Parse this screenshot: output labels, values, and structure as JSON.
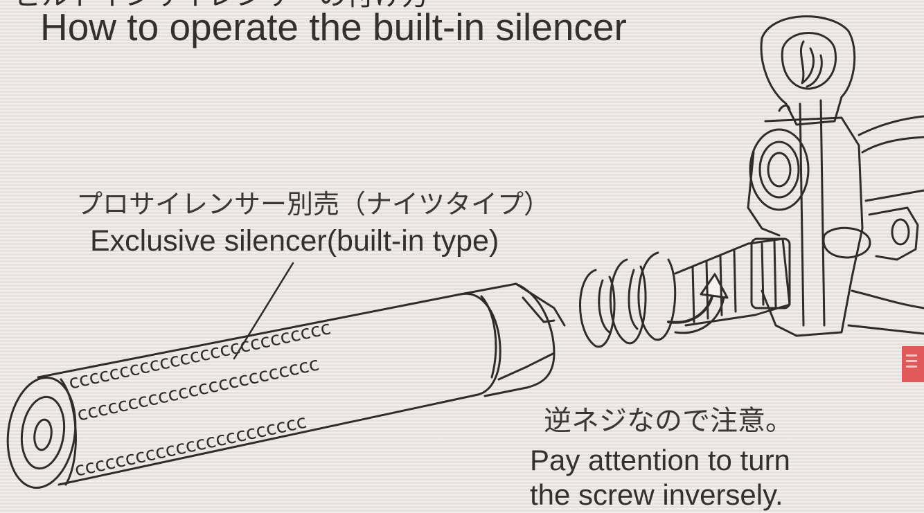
{
  "header": {
    "title_jp_partial": "ビルトインサイレンサーの付け方",
    "title_en": "How to operate the built-in silencer"
  },
  "callout": {
    "label_jp": "プロサイレンサー別売（ナイツタイプ）",
    "label_en": "Exclusive silencer(built-in type)"
  },
  "note": {
    "jp": "逆ネジなので注意。",
    "en_line1": "Pay attention to turn",
    "en_line2": "the screw inversely."
  },
  "colors": {
    "background": "#ebe6e4",
    "ink": "#3a3836",
    "corner_mark": "#e05a5a"
  },
  "icons": [
    "silencer-illustration",
    "rotation-arrow-icon",
    "barrel-assembly-illustration"
  ]
}
